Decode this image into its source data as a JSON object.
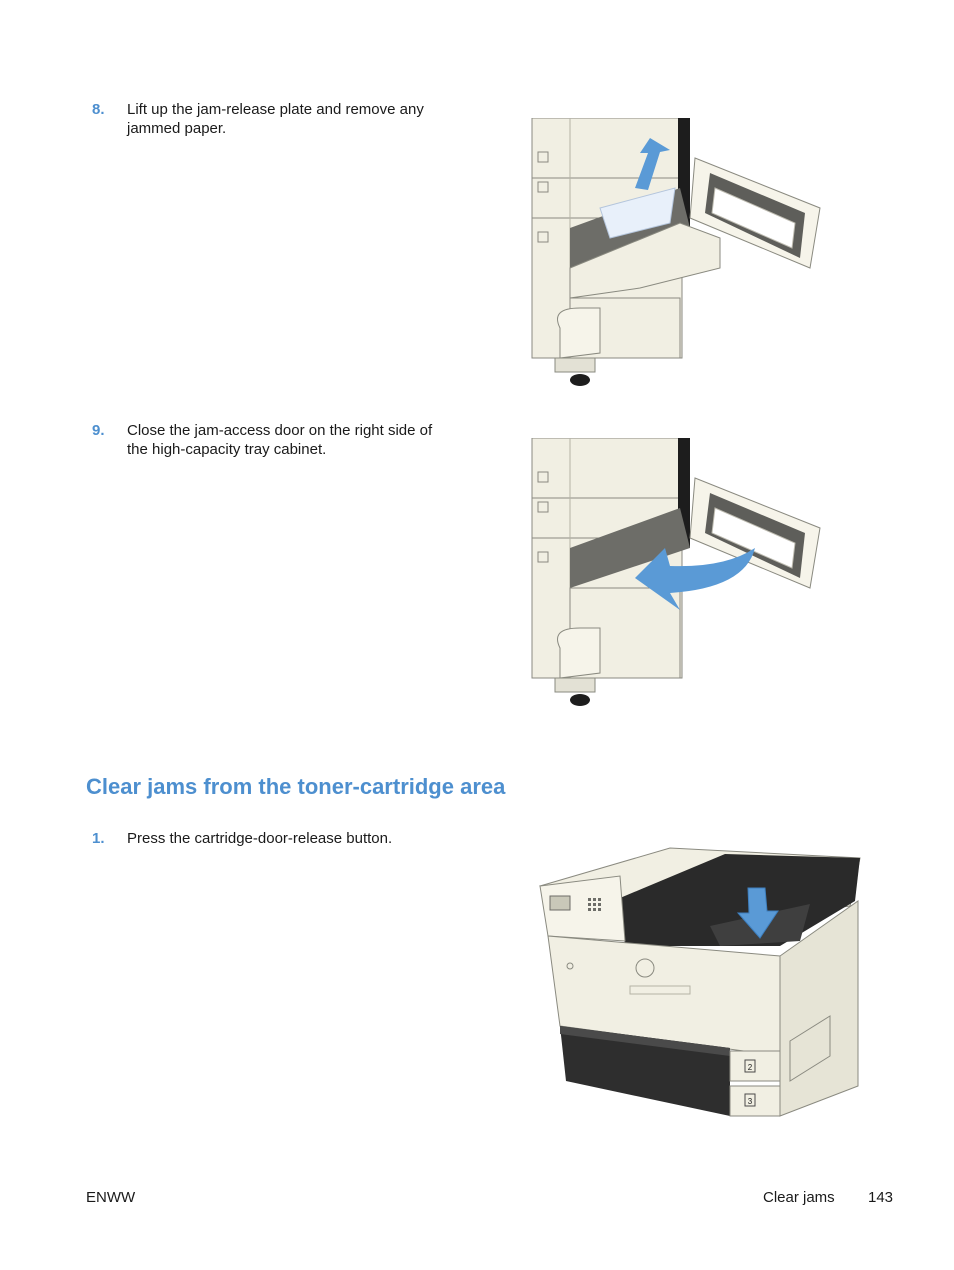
{
  "steps": {
    "step8": {
      "number": "8.",
      "text": "Lift up the jam-release plate and remove any jammed paper."
    },
    "step9": {
      "number": "9.",
      "text": "Close the jam-access door on the right side of the high-capacity tray cabinet."
    }
  },
  "section": {
    "heading": "Clear jams from the toner-cartridge area",
    "step1": {
      "number": "1.",
      "text": "Press the cartridge-door-release button."
    }
  },
  "printer_tray_labels": {
    "tray2": "2",
    "tray3": "3"
  },
  "footer": {
    "left": "ENWW",
    "section": "Clear jams",
    "page": "143"
  },
  "colors": {
    "accent_blue": "#4d8fcf",
    "arrow_blue": "#5a9ad6",
    "body_text": "#1a1a1a",
    "printer_body": "#f1efe3",
    "printer_dark": "#3a3a3a"
  }
}
